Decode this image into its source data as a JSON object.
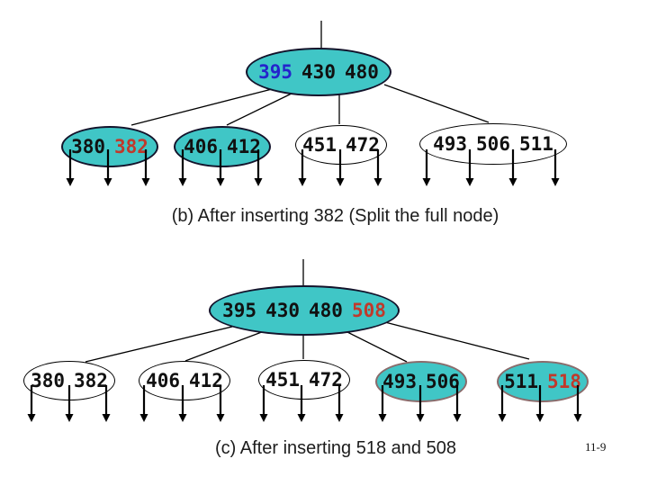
{
  "slide": {
    "background": "#ffffff",
    "page_number": "11-9"
  },
  "colors": {
    "cyan_fill": "#40C6C6",
    "key_red": "#C0392B",
    "key_blue": "#2424CC",
    "ink": "#1c1c1c",
    "highlight_border": "#8a6b6b",
    "node_border": "#13132b"
  },
  "diagram_b": {
    "caption": "(b) After inserting 382 (Split the full node)",
    "root": {
      "fill": "cyan",
      "keys": [
        {
          "text": "395",
          "color": "blue"
        },
        {
          "text": "430",
          "color": "black"
        },
        {
          "text": "480",
          "color": "black"
        }
      ]
    },
    "children": [
      {
        "fill": "cyan",
        "arrows": 3,
        "keys": [
          {
            "text": "380",
            "color": "black"
          },
          {
            "text": "382",
            "color": "red"
          }
        ]
      },
      {
        "fill": "cyan",
        "arrows": 3,
        "keys": [
          {
            "text": "406",
            "color": "black"
          },
          {
            "text": "412",
            "color": "black"
          }
        ]
      },
      {
        "fill": "white",
        "arrows": 3,
        "keys": [
          {
            "text": "451",
            "color": "black"
          },
          {
            "text": "472",
            "color": "black"
          }
        ]
      },
      {
        "fill": "white",
        "arrows": 4,
        "keys": [
          {
            "text": "493",
            "color": "black"
          },
          {
            "text": "506",
            "color": "black"
          },
          {
            "text": "511",
            "color": "black"
          }
        ]
      }
    ]
  },
  "diagram_c": {
    "caption": "(c) After inserting 518 and 508",
    "root": {
      "fill": "cyan",
      "keys": [
        {
          "text": "395",
          "color": "black"
        },
        {
          "text": "430",
          "color": "black"
        },
        {
          "text": "480",
          "color": "black"
        },
        {
          "text": "508",
          "color": "red"
        }
      ]
    },
    "children": [
      {
        "fill": "white",
        "arrows": 3,
        "keys": [
          {
            "text": "380",
            "color": "black"
          },
          {
            "text": "382",
            "color": "black"
          }
        ]
      },
      {
        "fill": "white",
        "arrows": 3,
        "keys": [
          {
            "text": "406",
            "color": "black"
          },
          {
            "text": "412",
            "color": "black"
          }
        ]
      },
      {
        "fill": "white",
        "arrows": 3,
        "keys": [
          {
            "text": "451",
            "color": "black"
          },
          {
            "text": "472",
            "color": "black"
          }
        ]
      },
      {
        "fill": "cyan-highlight",
        "arrows": 3,
        "keys": [
          {
            "text": "493",
            "color": "black"
          },
          {
            "text": "506",
            "color": "black"
          }
        ]
      },
      {
        "fill": "cyan-highlight",
        "arrows": 3,
        "keys": [
          {
            "text": "511",
            "color": "black"
          },
          {
            "text": "518",
            "color": "red"
          }
        ]
      }
    ]
  }
}
